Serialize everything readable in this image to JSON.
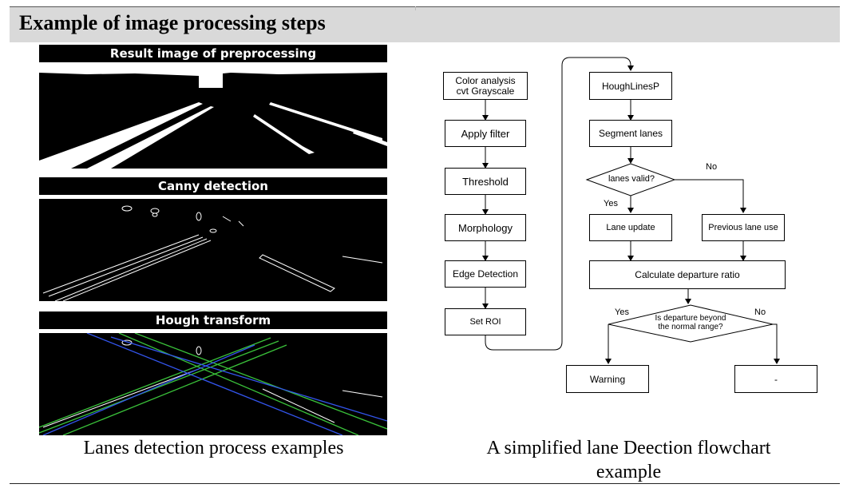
{
  "header": {
    "title": "Example of image processing steps"
  },
  "left": {
    "panels": [
      {
        "label": "Result image of preprocessing"
      },
      {
        "label": "Canny detection"
      },
      {
        "label": "Hough transform"
      }
    ],
    "caption": "Lanes detection process examples"
  },
  "right": {
    "caption_line1": "A simplified lane Deection flowchart",
    "caption_line2": "example",
    "flowchart": {
      "color_analysis_line1": "Color analysis",
      "color_analysis_line2": "cvt Grayscale",
      "apply_filter": "Apply filter",
      "threshold": "Threshold",
      "morphology": "Morphology",
      "edge_detection": "Edge Detection",
      "set_roi": "Set ROI",
      "houghlinesp": "HoughLinesP",
      "segment_lanes": "Segment lanes",
      "lanes_valid": "lanes valid?",
      "no_1": "No",
      "yes_1": "Yes",
      "lane_update": "Lane update",
      "previous_lane_use": "Previous lane use",
      "calculate_departure": "Calculate departure ratio",
      "departure_question_line1": "Is departure beyond",
      "departure_question_line2": "the normal range?",
      "yes_2": "Yes",
      "no_2": "No",
      "warning": "Warning",
      "dash": "-"
    }
  }
}
